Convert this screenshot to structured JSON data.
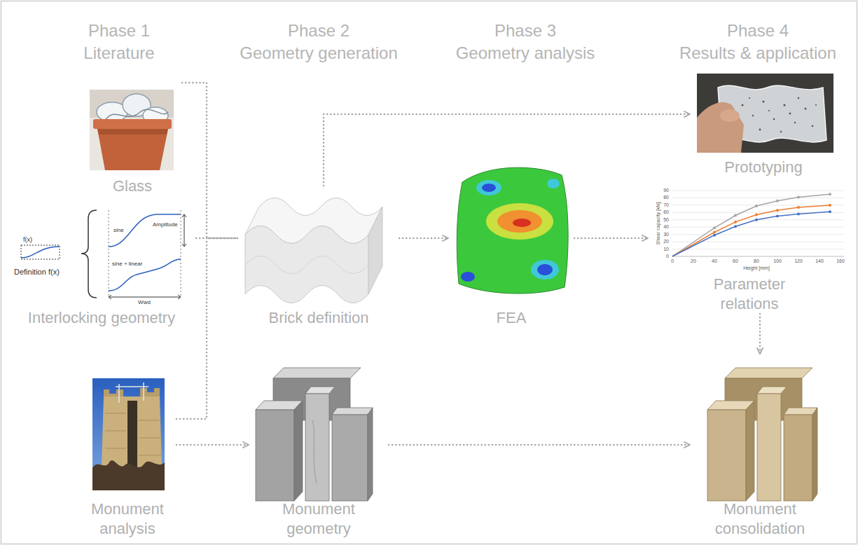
{
  "diagram": {
    "nodes": [
      {
        "text": [
          "Glass"
        ]
      },
      {
        "text": [
          "Interlocking geometry"
        ]
      },
      {
        "text": [
          "Monument analysis"
        ]
      },
      {
        "text": [
          "Brick definition"
        ]
      },
      {
        "text": [
          "Monument geometry"
        ]
      },
      {
        "text": [
          "FEA"
        ]
      },
      {
        "text": [
          "Prototyping"
        ]
      },
      {
        "text": [
          "Parameter relations"
        ]
      },
      {
        "text": [
          "Monument consolidation"
        ]
      }
    ],
    "edges": [
      {
        "from": 0,
        "to": 3,
        "arrow": "none"
      },
      {
        "from": 1,
        "to": 3,
        "arrow": "none"
      },
      {
        "from": 2,
        "to": 3,
        "arrow": "none"
      },
      {
        "from": 2,
        "to": 4,
        "arrow": "to"
      },
      {
        "from": 3,
        "to": 6,
        "arrow": "to"
      },
      {
        "from": 3,
        "to": 5,
        "arrow": "to"
      },
      {
        "from": 5,
        "to": 7,
        "arrow": "to"
      },
      {
        "from": 7,
        "to": 8,
        "arrow": "to"
      },
      {
        "from": 4,
        "to": 8,
        "arrow": "to"
      }
    ],
    "labels": [
      "Phase 1",
      "Literature",
      "Phase 2",
      "Geometry generation",
      "Phase 3",
      "Geometry analysis",
      "Phase 4",
      "Results & application",
      "f(x)",
      "Definition f(x)",
      "sine",
      "sine + linear",
      "Amplitude",
      "Wwd",
      "Shear capacity [kN]",
      "Height [mm]",
      "0",
      "10",
      "20",
      "30",
      "40",
      "50",
      "60",
      "70",
      "80",
      "90",
      "0",
      "20",
      "40",
      "60",
      "80",
      "100",
      "120",
      "140",
      "160"
    ]
  }
}
